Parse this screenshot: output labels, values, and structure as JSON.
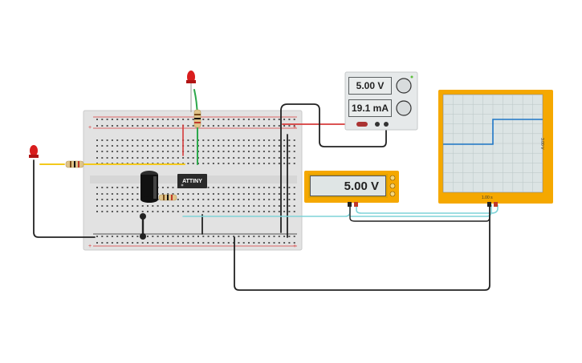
{
  "power_supply": {
    "voltage_display": "5.00 V",
    "current_display": "19.1 mA"
  },
  "multimeter": {
    "reading": "5.00 V"
  },
  "chip": {
    "label": "ATTINY"
  },
  "oscilloscope": {
    "time_label": "1.00 s",
    "volt_label": "3.00 V"
  },
  "colors": {
    "breadboard": "#e2e2e2",
    "rail_red": "#d63b3b",
    "wire_dark": "#222222",
    "wire_teal": "#7fd3d8",
    "wire_yellow": "#f3c91c",
    "wire_green": "#2ca84b",
    "instrument_frame": "#f5a800",
    "scope_trace": "#1e76c7"
  }
}
